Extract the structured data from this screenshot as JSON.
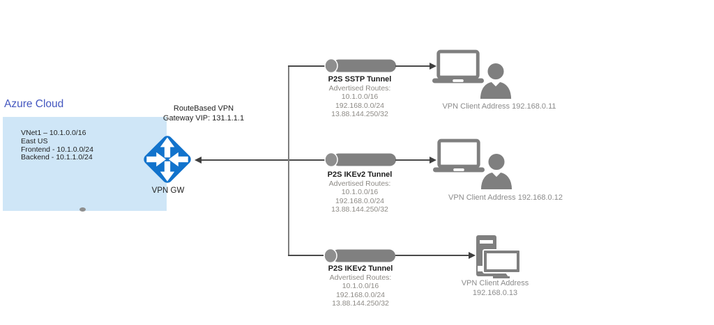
{
  "page": {
    "title": "Azure Cloud"
  },
  "azure_box": {
    "line1": "VNet1 – 10.1.0.0/16",
    "line2": "East US",
    "line3": "Frontend - 10.1.0.0/24",
    "line4": "Backend - 10.1.1.0/24"
  },
  "gateway": {
    "label": "VPN GW",
    "vpn_type": "RouteBased VPN",
    "gateway_vip": "Gateway VIP: 131.1.1.1"
  },
  "tunnels": [
    {
      "title": "P2S SSTP Tunnel",
      "routes_heading": "Advertised Routes:",
      "routes": [
        "10.1.0.0/16",
        "192.168.0.0/24",
        "13.88.144.250/32"
      ]
    },
    {
      "title": "P2S IKEv2 Tunnel",
      "routes_heading": "Advertised Routes:",
      "routes": [
        "10.1.0.0/16",
        "192.168.0.0/24",
        "13.88.144.250/32"
      ]
    },
    {
      "title": "P2S IKEv2 Tunnel",
      "routes_heading": "Advertised Routes:",
      "routes": [
        "10.1.0.0/16",
        "192.168.0.0/24",
        "13.88.144.250/32"
      ]
    }
  ],
  "clients": [
    {
      "device": "laptop-user",
      "label": "VPN Client Address 192.168.0.11"
    },
    {
      "device": "laptop-user",
      "label": "VPN Client Address 192.168.0.12"
    },
    {
      "device": "desktop-computer",
      "label_line1": "VPN Client Address",
      "label_line2": "192.168.0.13"
    }
  ],
  "icons": {
    "gateway": "router-crossed-arrows-icon",
    "tunnel": "cylinder-pipe-icon",
    "laptop": "laptop-icon",
    "user": "user-icon",
    "desktop": "desktop-computer-icon"
  },
  "colors": {
    "azure_title_blue": "#4356bf",
    "vnet_box_fill": "#cfe6f7",
    "router_blue": "#1273cc",
    "icon_gray": "#7f7f7f",
    "connector_gray": "#3f3f3f",
    "muted_text_gray": "#8b8b8b"
  }
}
